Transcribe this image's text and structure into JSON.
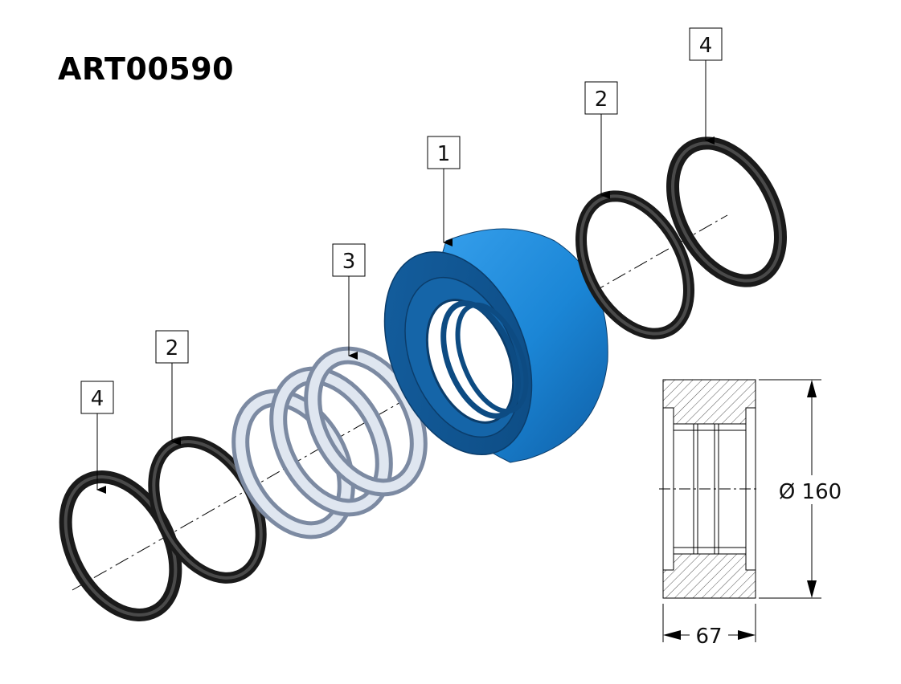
{
  "drawing": {
    "title": "ART00590",
    "callouts": {
      "item1": "1",
      "item2_left": "2",
      "item2_right": "2",
      "item3": "3",
      "item4_left": "4",
      "item4_right": "4"
    },
    "dimensions": {
      "diameter": "Ø 160",
      "width": "67"
    },
    "colors": {
      "body": "#1e88d8",
      "seal": "#2b2b2b",
      "guide_ring": "#c9d3e2"
    }
  }
}
